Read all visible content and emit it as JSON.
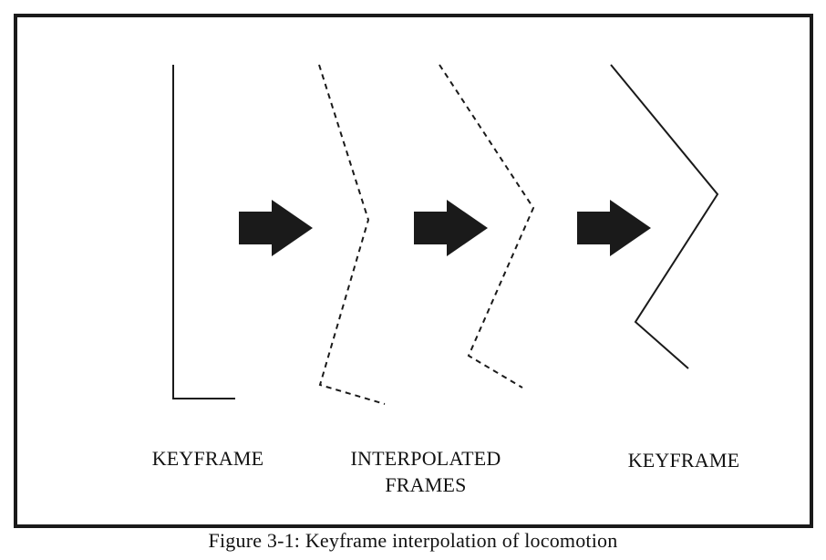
{
  "figure": {
    "keyframe_left_label": "KEYFRAME",
    "interpolated_label_line1": "INTERPOLATED",
    "interpolated_label_line2": "FRAMES",
    "keyframe_right_label": "KEYFRAME",
    "caption": "Figure 3-1: Keyframe interpolation of locomotion",
    "stroke_color": "#1a1a1a"
  }
}
